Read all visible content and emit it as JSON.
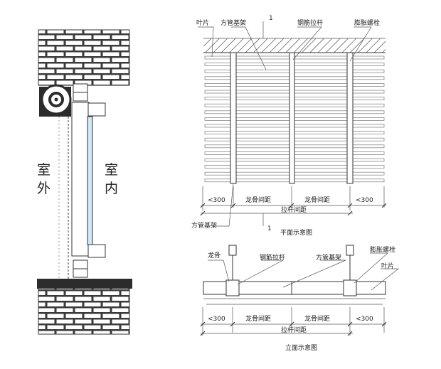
{
  "left_section": {
    "outdoor_label_1": "室",
    "outdoor_label_2": "外",
    "indoor_label_1": "室",
    "indoor_label_2": "内"
  },
  "plan_view": {
    "labels": {
      "blade": "叶片",
      "square_tube_frame_top": "方管基架",
      "section_mark_top": "1",
      "steel_tie_rod": "钢筋拉杆",
      "expansion_bolt": "膨胀螺栓",
      "square_tube_frame_bottom": "方管基架",
      "section_mark_bottom": "1",
      "title": "平面示意图"
    },
    "dimensions": {
      "left_edge": "<300",
      "keel_spacing_1": "龙骨间距",
      "keel_spacing_2": "龙骨间距",
      "right_edge": "<300",
      "tie_rod_spacing": "拉杆间距"
    }
  },
  "elevation_view": {
    "labels": {
      "keel": "龙骨",
      "steel_tie_rod": "钢筋拉杆",
      "square_tube_frame": "方管基架",
      "expansion_bolt": "膨胀螺栓",
      "blade": "叶片",
      "title": "立面示意图"
    },
    "dimensions": {
      "left_edge": "<300",
      "keel_spacing_1": "龙骨间距",
      "keel_spacing_2": "龙骨间距",
      "right_edge": "<300",
      "tie_rod_spacing": "拉杆间距"
    }
  }
}
